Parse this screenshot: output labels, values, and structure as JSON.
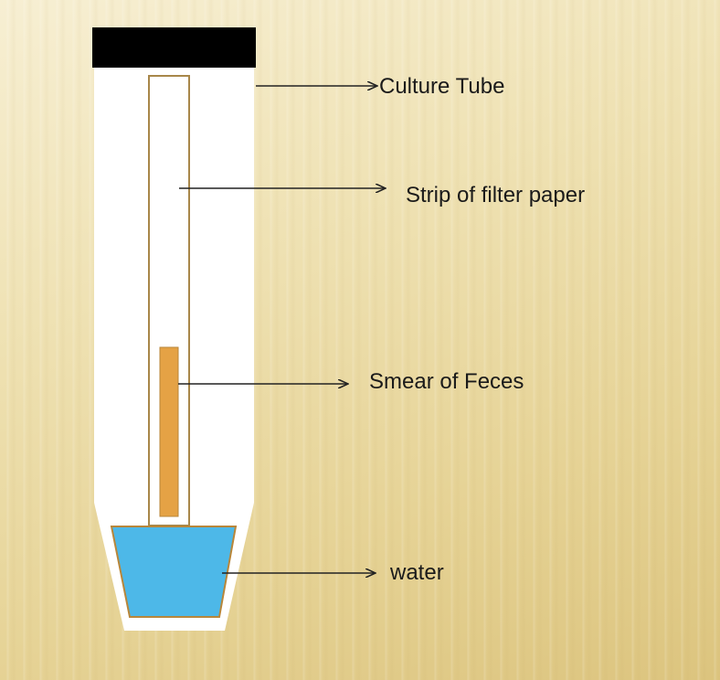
{
  "labels": {
    "culture_tube": "Culture Tube",
    "filter_paper": "Strip of filter paper",
    "feces_smear": "Smear of Feces",
    "water": "water"
  },
  "colors": {
    "cap": "#000000",
    "tube": "#ffffff",
    "paper_outline": "#a8874a",
    "smear": "#e5a245",
    "water": "#4db8e8",
    "arrow": "#222222"
  }
}
